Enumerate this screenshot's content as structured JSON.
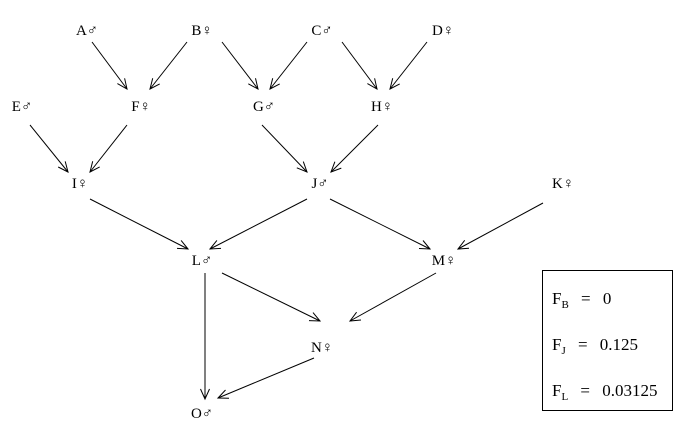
{
  "pedigree": {
    "nodes": [
      {
        "id": "A",
        "label": "A",
        "sex": "male"
      },
      {
        "id": "B",
        "label": "B",
        "sex": "female"
      },
      {
        "id": "C",
        "label": "C",
        "sex": "male"
      },
      {
        "id": "D",
        "label": "D",
        "sex": "female"
      },
      {
        "id": "E",
        "label": "E",
        "sex": "male"
      },
      {
        "id": "F",
        "label": "F",
        "sex": "female"
      },
      {
        "id": "G",
        "label": "G",
        "sex": "male"
      },
      {
        "id": "H",
        "label": "H",
        "sex": "female"
      },
      {
        "id": "I",
        "label": "I",
        "sex": "female"
      },
      {
        "id": "J",
        "label": "J",
        "sex": "male"
      },
      {
        "id": "K",
        "label": "K",
        "sex": "female"
      },
      {
        "id": "L",
        "label": "L",
        "sex": "male"
      },
      {
        "id": "M",
        "label": "M",
        "sex": "female"
      },
      {
        "id": "N",
        "label": "N",
        "sex": "female"
      },
      {
        "id": "O",
        "label": "O",
        "sex": "male"
      }
    ],
    "edges": [
      {
        "from": "A",
        "to": "F"
      },
      {
        "from": "B",
        "to": "F"
      },
      {
        "from": "B",
        "to": "G"
      },
      {
        "from": "C",
        "to": "G"
      },
      {
        "from": "C",
        "to": "H"
      },
      {
        "from": "D",
        "to": "H"
      },
      {
        "from": "E",
        "to": "I"
      },
      {
        "from": "F",
        "to": "I"
      },
      {
        "from": "G",
        "to": "J"
      },
      {
        "from": "H",
        "to": "J"
      },
      {
        "from": "I",
        "to": "L"
      },
      {
        "from": "J",
        "to": "L"
      },
      {
        "from": "J",
        "to": "M"
      },
      {
        "from": "K",
        "to": "M"
      },
      {
        "from": "L",
        "to": "N"
      },
      {
        "from": "M",
        "to": "N"
      },
      {
        "from": "L",
        "to": "O"
      },
      {
        "from": "N",
        "to": "O"
      }
    ],
    "symbols": {
      "male": "♂",
      "female": "♀"
    }
  },
  "coefficients": [
    {
      "base": "F",
      "sub": "B",
      "eq": "=",
      "value": "0"
    },
    {
      "base": "F",
      "sub": "J",
      "eq": "=",
      "value": "0.125"
    },
    {
      "base": "F",
      "sub": "L",
      "eq": "=",
      "value": "0.03125"
    }
  ]
}
